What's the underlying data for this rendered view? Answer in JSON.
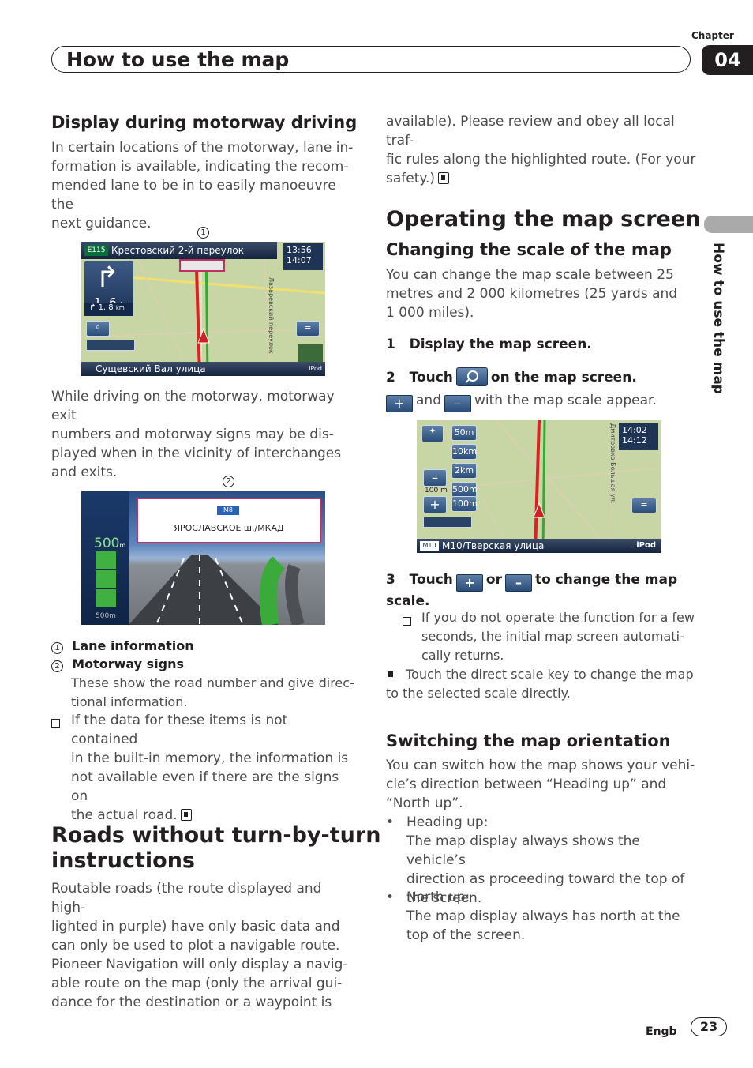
{
  "header": {
    "chapter_label": "Chapter",
    "chapter_number": "04",
    "title": "How to use the map",
    "side_label": "How to use the map"
  },
  "left": {
    "motorway": {
      "heading": "Display during motorway driving",
      "intro": [
        "In certain locations of the motorway, lane in-",
        "formation is available, indicating the recom-",
        "mended lane to be in to easily manoeuvre the",
        "next guidance."
      ],
      "callout1": "1",
      "shot1": {
        "top_road": "Крестовский 2-й переулок",
        "road_badge": "E115",
        "time1": "13:56",
        "time2": "14:07",
        "distance": "1. 6",
        "distance_unit": "km",
        "next_distance": "1. 8",
        "next_unit": "km",
        "side_street": "Лазаревский переулок",
        "bottom_road": "Сущевский Вал улица",
        "ipod": "iPod"
      },
      "body2": [
        "While driving on the motorway, motorway exit",
        "numbers and motorway signs may be dis-",
        "played when in the vicinity of interchanges",
        "and exits."
      ],
      "callout2": "2",
      "shot2": {
        "distance": "500",
        "distance_unit": "m",
        "bottom_label": "500m",
        "road_number": "M8",
        "sign_text": "ЯРОСЛАВСКОЕ ш./МКАД"
      },
      "legend": [
        {
          "num": "1",
          "label": "Lane information"
        },
        {
          "num": "2",
          "label": "Motorway signs"
        }
      ],
      "legend_desc": [
        "These show the road number and give direc-",
        "tional information."
      ],
      "note": [
        "If the data for these items is not contained",
        "in the built-in memory, the information is",
        "not available even if there are the signs on",
        "the actual road."
      ]
    },
    "roads": {
      "heading_line1": "Roads without turn-by-turn",
      "heading_line2": "instructions",
      "body": [
        "Routable roads (the route displayed and high-",
        "lighted in purple) have only basic data and",
        "can only be used to plot a navigable route.",
        "Pioneer Navigation will only display a navig-",
        "able route on the map (only the arrival gui-",
        "dance for the destination or a waypoint is"
      ]
    }
  },
  "right": {
    "continued": [
      "available). Please review and obey all local traf-",
      "fic rules along the highlighted route. (For your",
      "safety.)"
    ],
    "operating_heading": "Operating the map screen",
    "scale": {
      "heading": "Changing the scale of the map",
      "body": [
        "You can change the map scale between 25",
        "metres and 2 000 kilometres (25 yards and",
        "1 000 miles)."
      ],
      "step1_num": "1",
      "step1": "Display the map screen.",
      "step2_num": "2",
      "step2_a": "Touch",
      "step2_b": "on the map screen.",
      "appear_and": "and",
      "appear_rest": "with the map scale appear.",
      "plus": "+",
      "minus": "–",
      "shot3": {
        "time1": "14:02",
        "time2": "14:12",
        "scales": [
          "50m",
          "10km",
          "2km",
          "500m",
          "100m"
        ],
        "scale_readout": "100",
        "scale_readout_unit": "m",
        "street": "Дмитровка Большая ул.",
        "bottom_road": "M10/Тверская улица",
        "road_badge": "M10",
        "ipod": "iPod"
      },
      "step3_num": "3",
      "step3_a": "Touch",
      "step3_or": "or",
      "step3_b": "to change the map",
      "step3_c": "scale.",
      "note1": [
        "If you do not operate the function for a few",
        "seconds, the initial map screen automati-",
        "cally returns."
      ],
      "note2": [
        "Touch the direct scale key to change the map",
        "to the selected scale directly."
      ]
    },
    "orientation": {
      "heading": "Switching the map orientation",
      "body": [
        "You can switch how the map shows your vehi-",
        "cle’s direction between “Heading up” and",
        "“North up”."
      ],
      "items": [
        {
          "title": "Heading up:",
          "desc": [
            "The map display always shows the vehicle’s",
            "direction as proceeding toward the top of",
            "the screen."
          ]
        },
        {
          "title": "North up:",
          "desc": [
            "The map display always has north at the",
            "top of the screen."
          ]
        }
      ]
    }
  },
  "footer": {
    "lang": "Engb",
    "page": "23"
  }
}
